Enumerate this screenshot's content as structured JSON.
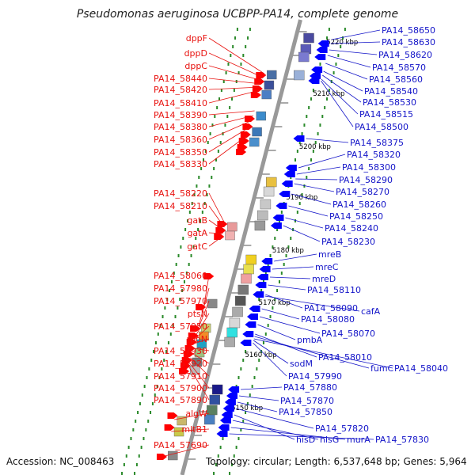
{
  "title": "Pseudomonas aeruginosa UCBPP-PA14, complete genome",
  "footer": {
    "accession": "Accession: NC_008463",
    "summary": "Topology: circular; Length: 6,537,648 bp; Genes: 5,964"
  },
  "colors": {
    "forward_label": "#e8120f",
    "reverse_label": "#1213c8",
    "forward_arrow": "#ff0000",
    "reverse_arrow": "#0000ff",
    "backbone": "#999999",
    "tick": "#2a8a2a"
  },
  "scale_labels": [
    "5220 kbp",
    "5210 kbp",
    "5200 kbp",
    "5190 kbp",
    "5180 kbp",
    "5170 kbp",
    "5160 kbp",
    "5150 kbp"
  ],
  "left_labels": [
    "dppF",
    "dppD",
    "dppC",
    "PA14_58440",
    "PA14_58420",
    "PA14_58410",
    "PA14_58390",
    "PA14_58380",
    "PA14_58360",
    "PA14_58350",
    "PA14_58330",
    "PA14_58220",
    "PA14_58210",
    "gatB",
    "gatA",
    "gatC",
    "PA14_58060",
    "PA14_57980",
    "PA14_57970",
    "ptsN",
    "PA14_57950",
    "rpoN",
    "PA14_57930",
    "PA14_57920",
    "PA14_57910",
    "PA14_57900",
    "PA14_57890",
    "algW",
    "mltB1",
    "PA14_57690"
  ],
  "right_labels": [
    "PA14_58650",
    "PA14_58630",
    "PA14_58620",
    "PA14_58570",
    "PA14_58560",
    "PA14_58540",
    "PA14_58530",
    "PA14_58515",
    "PA14_58500",
    "PA14_58375",
    "PA14_58320",
    "PA14_58300",
    "PA14_58290",
    "PA14_58270",
    "PA14_58260",
    "PA14_58250",
    "PA14_58240",
    "PA14_58230",
    "mreB",
    "mreC",
    "mreD",
    "PA14_58110",
    "PA14_58090",
    "cafA",
    "PA14_58080",
    "PA14_58070",
    "pmbA",
    "PA14_58010",
    "fumC",
    "PA14_58040",
    "sodM",
    "PA14_57990",
    "PA14_57880",
    "PA14_57870",
    "PA14_57850",
    "PA14_57820",
    "hisD",
    "hisG",
    "murA",
    "PA14_57830"
  ]
}
